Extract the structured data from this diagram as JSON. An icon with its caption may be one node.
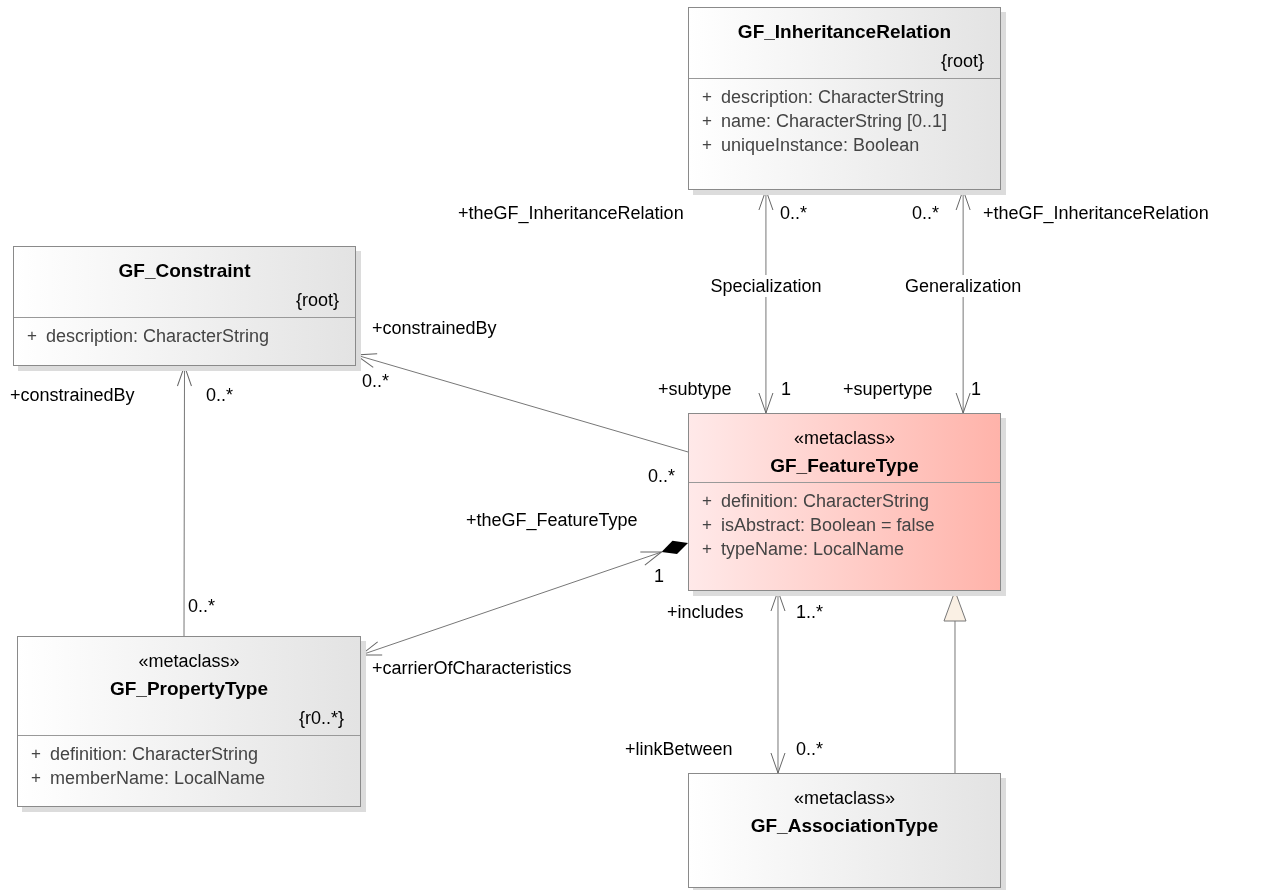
{
  "diagram": {
    "nodes": [
      {
        "text": [
          "GF_InheritanceRelation",
          "{root}",
          "+",
          "description: CharacterString",
          "+",
          "name: CharacterString [0..1]",
          "+",
          "uniqueInstance: Boolean"
        ]
      },
      {
        "text": [
          "GF_Constraint",
          "{root}",
          "+",
          "description: CharacterString"
        ]
      },
      {
        "text": [
          "«metaclass»",
          "GF_FeatureType",
          "+",
          "definition: CharacterString",
          "+",
          "isAbstract: Boolean = false",
          "+",
          "typeName: LocalName"
        ]
      },
      {
        "text": [
          "«metaclass»",
          "GF_PropertyType",
          "{r0..*}",
          "+",
          "definition: CharacterString",
          "+",
          "memberName: LocalName"
        ]
      },
      {
        "text": [
          "«metaclass»",
          "GF_AssociationType"
        ]
      }
    ],
    "edges": [
      {
        "from": 0,
        "to": 2,
        "arrow": "both",
        "label": "Specialization"
      },
      {
        "from": 0,
        "to": 2,
        "arrow": "both",
        "label": "Generalization"
      },
      {
        "from": 2,
        "to": 1,
        "arrow": "to"
      },
      {
        "from": 3,
        "to": 1,
        "arrow": "to"
      },
      {
        "from": 2,
        "to": 3,
        "arrow": "both"
      },
      {
        "from": 2,
        "to": 4,
        "arrow": "both"
      },
      {
        "from": 4,
        "to": 2,
        "arrow": "to"
      }
    ],
    "labels": [
      "+theGF_InheritanceRelation",
      "0..*",
      "0..*",
      "+theGF_InheritanceRelation",
      "+constrainedBy",
      "+constrainedBy",
      "0..*",
      "0..*",
      "+subtype",
      "1",
      "+supertype",
      "1",
      "0..*",
      "+theGF_FeatureType",
      "1",
      "0..*",
      "+includes",
      "1..*",
      "+carrierOfCharacteristics",
      "+linkBetween",
      "0..*"
    ]
  }
}
